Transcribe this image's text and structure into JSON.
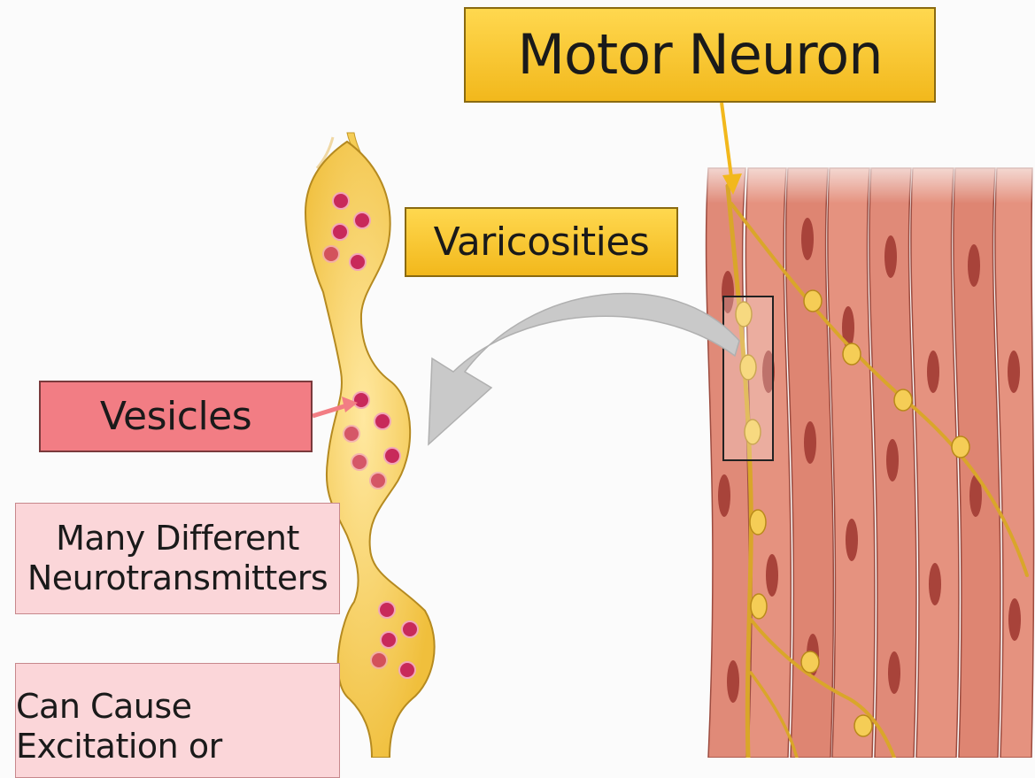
{
  "labels": {
    "motor_neuron": "Motor Neuron",
    "varicosities": "Varicosities",
    "vesicles": "Vesicles",
    "many_different": [
      "Many Different",
      "Neurotransmitters"
    ],
    "can_cause": [
      "Can Cause",
      "Excitation or"
    ]
  },
  "colors": {
    "label_yellow": "#f6c12a",
    "label_red": "#f27d84",
    "label_pink": "#fbd6d9",
    "axon_yellow": "#f5cd56",
    "vesicle": "#c8295a",
    "muscle_fiber": "#e08a78",
    "muscle_nucleus": "#a8433a",
    "pointer_arrow": "#c9c9c9",
    "leader_arrow": "#f2b81c"
  }
}
